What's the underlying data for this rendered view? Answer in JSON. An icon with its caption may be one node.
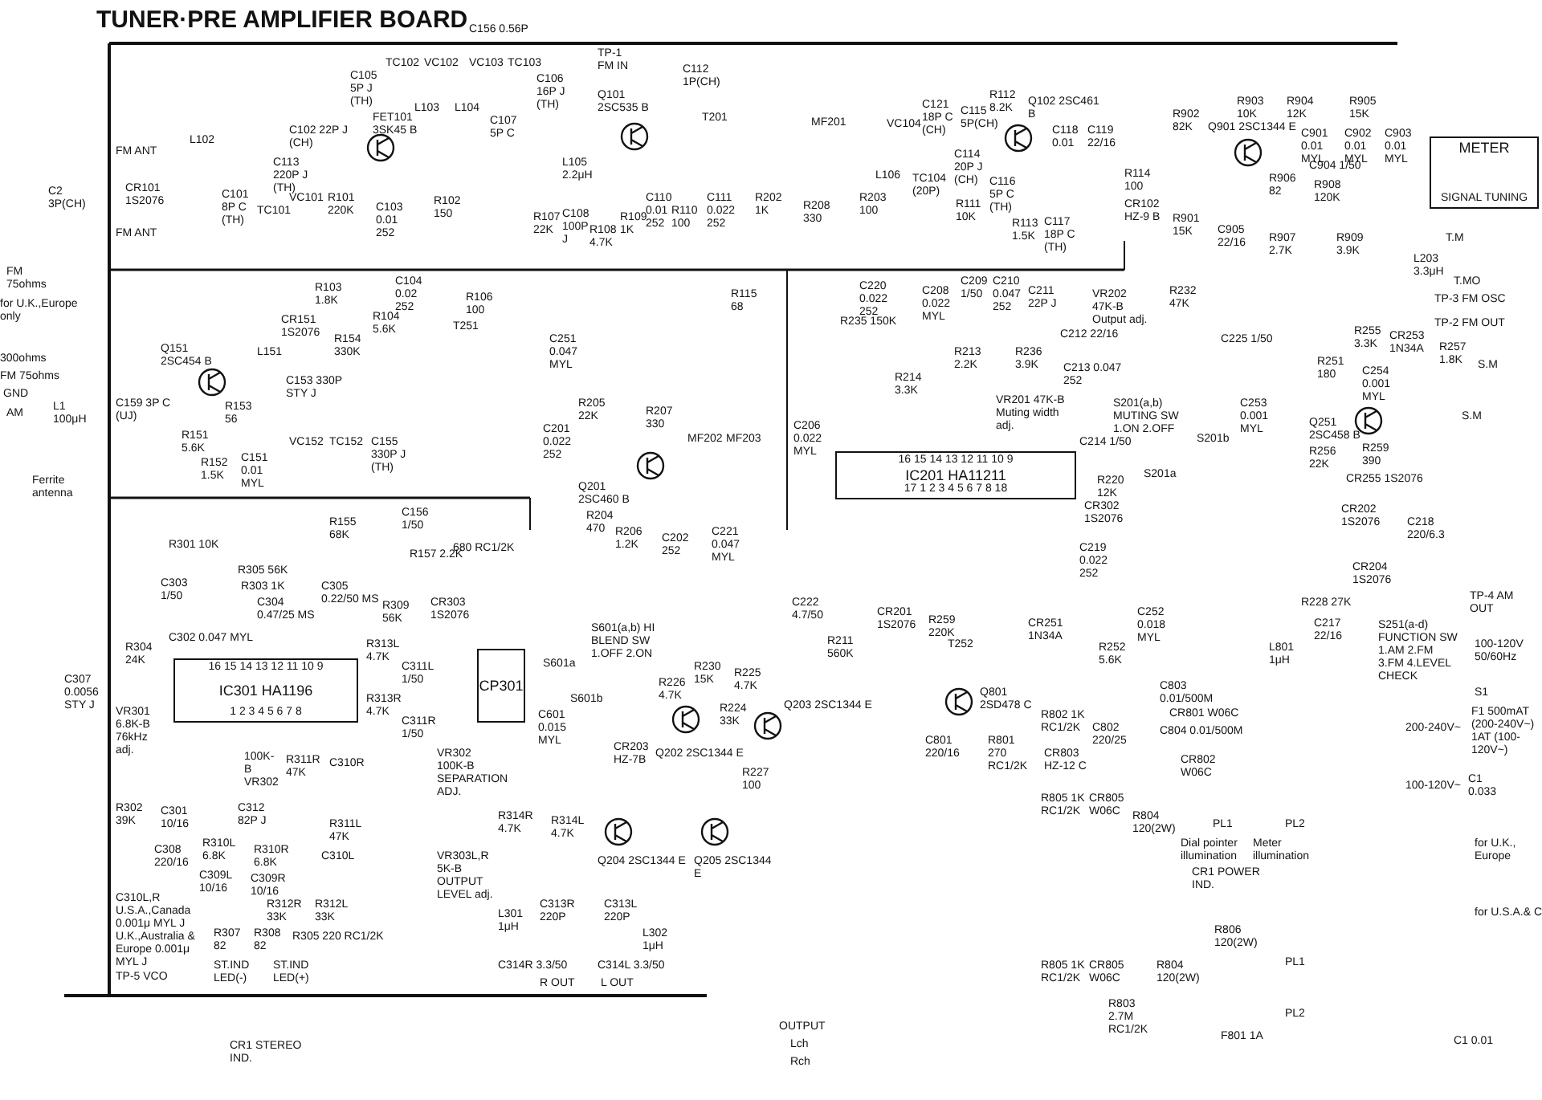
{
  "diagram": {
    "title": "TUNER·PRE AMPLIFIER BOARD",
    "nodes": [
      {
        "text": [
          "16 15 14 13 12 11 10 9",
          "IC301 HA1196",
          "1 2 3 4 5 6 7 8"
        ]
      },
      {
        "text": [
          "16 15 14 13 12 11 10 9",
          "IC201 HA11211",
          "17 1 2 3 4 5 6 7 8 18"
        ]
      },
      {
        "text": [
          "CP301"
        ]
      },
      {
        "text": [
          "METER",
          "SIGNAL TUNING"
        ]
      }
    ],
    "labels": [
      "C156 0.56P",
      "TP-1 FM IN",
      "TC102",
      "VC102",
      "VC103",
      "TC103",
      "C105 5P J (TH)",
      "C106 16P J (TH)",
      "C112 1P(CH)",
      "L103",
      "L104",
      "FET101 3SK45 B",
      "C102 22P J (CH)",
      "C107 5P C",
      "Q101 2SC535 B",
      "L102",
      "FM ANT",
      "C2 3P(CH)",
      "CR101 1S2076",
      "C113 220P J (TH)",
      "C101 8P C (TH)",
      "TC101",
      "VC101",
      "R101 220K",
      "C103 0.01 252",
      "R102 150",
      "L105 2.2μH",
      "R107 22K",
      "C108 100P J",
      "R108 4.7K",
      "R109 1K",
      "C110 0.01 252",
      "T201",
      "R110 100",
      "C111 0.022 252",
      "R202 1K",
      "FM ANT",
      "FM 75ohms",
      "for U.K.,Europe only",
      "R103 1.8K",
      "C104 0.02 252",
      "R106 100",
      "R115 68",
      "CR151 1S2076",
      "R104 5.6K",
      "T251",
      "R154 330K",
      "C251 0.047 MYL",
      "Q151 2SC454 B",
      "L151",
      "C153 330P STY J",
      "300ohms",
      "FM 75ohms",
      "GND",
      "AM",
      "L1 100μH",
      "C159 3P C (UJ)",
      "R153 56",
      "R151 5.6K",
      "R152 1.5K",
      "VC152",
      "TC152",
      "C155 330P J (TH)",
      "C151 0.01 MYL",
      "Ferrite antenna",
      "R155 68K",
      "C156 1/50",
      "R205 22K",
      "R207 330",
      "C201 0.022 252",
      "MF202",
      "MF203",
      "Q201 2SC460 B",
      "R204 470",
      "R206 1.2K",
      "C202 252",
      "C221 0.047 MYL",
      "MF201",
      "R208 330",
      "R203 100",
      "VC104",
      "C121 18P C (CH)",
      "C115 5P(CH)",
      "L106",
      "TC104 (20P)",
      "C114 20P J (CH)",
      "R112 8.2K",
      "Q102 2SC461 B",
      "C118 0.01",
      "C119 22/16",
      "C116 5P C (TH)",
      "R111 10K",
      "R113 1.5K",
      "C117 18P C (TH)",
      "R114 100",
      "CR102 HZ-9 B",
      "R901 15K",
      "R902 82K",
      "R903 10K",
      "R904 12K",
      "R905 15K",
      "Q901 2SC1344 E",
      "C901 0.01 MYL",
      "C902 0.01 MYL",
      "C903 0.01 MYL",
      "C904 1/50",
      "R906 82",
      "R908 120K",
      "C905 22/16",
      "R907 2.7K",
      "R909 3.9K",
      "T.M",
      "L203 3.3μH",
      "T.MO",
      "TP-3 FM OSC",
      "TP-2 FM OUT",
      "S.M",
      "S.M",
      "C220 0.022 252",
      "C208 0.022 MYL",
      "C209 1/50",
      "C210 0.047 252",
      "C211 22P J",
      "VR202 47K-B Output adj.",
      "R232 47K",
      "R235 150K",
      "C212 22/16",
      "R213 2.2K",
      "R236 3.9K",
      "R214 3.3K",
      "VR201 47K-B Muting width adj.",
      "C213 0.047 252",
      "C225 1/50",
      "R255 3.3K",
      "CR253 1N34A",
      "R257 1.8K",
      "R251 180",
      "C254 0.001 MYL",
      "S201(a,b) MUTING SW 1.ON 2.OFF",
      "C253 0.001 MYL",
      "Q251 2SC458 B",
      "R256 22K",
      "R259 390",
      "C214 1/50",
      "S201b",
      "S201a",
      "R220 12K",
      "CR302 1S2076",
      "CR255 1S2076",
      "CR202 1S2076",
      "C218 220/6.3",
      "CR204 1S2076",
      "R228 27K",
      "C206 0.022 MYL",
      "C222 4.7/50",
      "CR201 1S2076",
      "R259 220K",
      "R211 560K",
      "T252",
      "CR251 1N34A",
      "C252 0.018 MYL",
      "R252 5.6K",
      "C219 0.022 252",
      "L801 1μH",
      "C217 22/16",
      "TP-4 AM OUT",
      "S251(a-d) FUNCTION SW 1.AM 2.FM 3.FM 4.LEVEL CHECK",
      "100-120V 50/60Hz",
      "Q203 2SC1344 E",
      "Q801 2SD478 C",
      "R802 1K RC1/2K",
      "C801 220/16",
      "R801 270 RC1/2K",
      "CR803 HZ-12 C",
      "C802 220/25",
      "C803 0.01/500M",
      "CR801 W06C",
      "C804 0.01/500M",
      "CR802 W06C",
      "200-240V~",
      "100-120V~",
      "F1 500mAT (200-240V~) 1AT (100-120V~)",
      "C1 0.033",
      "S1",
      "R805 1K RC1/2K",
      "CR805 W06C",
      "R804 120(2W)",
      "PL1",
      "Dial pointer illumination",
      "Meter illumination",
      "PL2",
      "CR1 POWER IND.",
      "for U.K., Europe",
      "for U.S.A.& C",
      "R806 120(2W)",
      "R805 1K RC1/2K",
      "CR805 W06C",
      "R804 120(2W)",
      "R803 2.7M RC1/2K",
      "PL1",
      "PL2",
      "F801 1A",
      "C1 0.01",
      "R301 10K",
      "R157 2.2K",
      "680 RC1/2K",
      "R305 56K",
      "C303 1/50",
      "R303 1K",
      "C304 0.47/25 MS",
      "C305 0.22/50 MS",
      "R309 56K",
      "CR303 1S2076",
      "R304 24K",
      "C302 0.047 MYL",
      "R313L 4.7K",
      "C311L 1/50",
      "R313R 4.7K",
      "C311R 1/50",
      "S601a",
      "S601b",
      "C601 0.015 MYL",
      "S601(a,b) HI BLEND SW 1.OFF 2.ON",
      "VR301 6.8K-B 76kHz adj.",
      "C307 0.0056 STY J",
      "100K-B VR302",
      "R311R 47K",
      "C310R",
      "VR302 100K-B SEPARATION ADJ.",
      "R302 39K",
      "C301 10/16",
      "C312 82P J",
      "R311L 47K",
      "C310L",
      "C308 220/16",
      "R310L 6.8K",
      "R310R 6.8K",
      "C309L 10/16",
      "C309R 10/16",
      "R312R 33K",
      "R312L 33K",
      "C310L,R U.S.A.,Canada 0.001μ MYL J U.K.,Australia & Europe 0.001μ MYL J",
      "R307 82",
      "R308 82",
      "R305 220 RC1/2K",
      "TP-5 VCO",
      "ST.IND LED(-)",
      "ST.IND LED(+)",
      "CR1 STEREO IND.",
      "R226 4.7K",
      "R230 15K",
      "R225 4.7K",
      "R224 33K",
      "CR203 HZ-7B",
      "Q202 2SC1344 E",
      "R227 100",
      "R314R 4.7K",
      "R314L 4.7K",
      "VR303L,R 5K-B OUTPUT LEVEL adj.",
      "Q204 2SC1344 E",
      "Q205 2SC1344 E",
      "L301 1μH",
      "C313R 220P",
      "C313L 220P",
      "L302 1μH",
      "C314R 3.3/50",
      "C314L 3.3/50",
      "R OUT",
      "L OUT",
      "OUTPUT",
      "Lch",
      "Rch"
    ]
  }
}
